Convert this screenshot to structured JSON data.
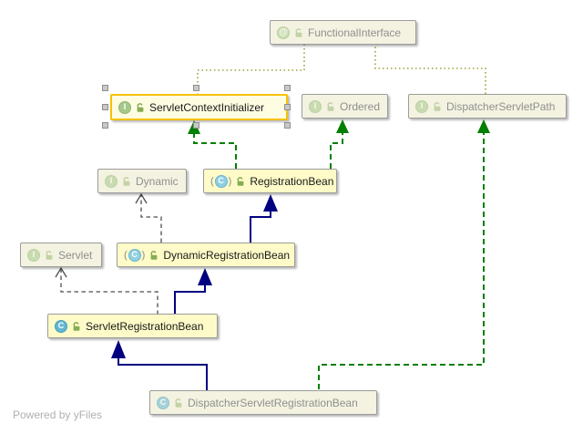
{
  "nodes": {
    "functional_interface": {
      "label": "FunctionalInterface",
      "kind": "annotation",
      "icon_letter": "@"
    },
    "servlet_context_initializer": {
      "label": "ServletContextInitializer",
      "kind": "interface",
      "icon_letter": "I"
    },
    "ordered": {
      "label": "Ordered",
      "kind": "interface",
      "icon_letter": "I"
    },
    "dispatcher_servlet_path": {
      "label": "DispatcherServletPath",
      "kind": "interface",
      "icon_letter": "I"
    },
    "dynamic": {
      "label": "Dynamic",
      "kind": "interface",
      "icon_letter": "I"
    },
    "registration_bean": {
      "label": "RegistrationBean",
      "kind": "abstract-class",
      "icon_letter": "C"
    },
    "servlet": {
      "label": "Servlet",
      "kind": "interface",
      "icon_letter": "I"
    },
    "dynamic_registration_bean": {
      "label": "DynamicRegistrationBean",
      "kind": "abstract-class",
      "icon_letter": "C"
    },
    "servlet_registration_bean": {
      "label": "ServletRegistrationBean",
      "kind": "class",
      "icon_letter": "C"
    },
    "dispatcher_servlet_registration_bean": {
      "label": "DispatcherServletRegistrationBean",
      "kind": "class",
      "icon_letter": "C"
    }
  },
  "edges": [
    {
      "from": "ServletContextInitializer",
      "to": "FunctionalInterface",
      "relation": "annotation"
    },
    {
      "from": "DispatcherServletPath",
      "to": "FunctionalInterface",
      "relation": "annotation"
    },
    {
      "from": "RegistrationBean",
      "to": "ServletContextInitializer",
      "relation": "implements"
    },
    {
      "from": "RegistrationBean",
      "to": "Ordered",
      "relation": "implements"
    },
    {
      "from": "DynamicRegistrationBean",
      "to": "Dynamic",
      "relation": "implements"
    },
    {
      "from": "DynamicRegistrationBean",
      "to": "RegistrationBean",
      "relation": "extends"
    },
    {
      "from": "ServletRegistrationBean",
      "to": "Servlet",
      "relation": "implements"
    },
    {
      "from": "ServletRegistrationBean",
      "to": "DynamicRegistrationBean",
      "relation": "extends"
    },
    {
      "from": "DispatcherServletRegistrationBean",
      "to": "ServletRegistrationBean",
      "relation": "extends"
    },
    {
      "from": "DispatcherServletRegistrationBean",
      "to": "DispatcherServletPath",
      "relation": "implements"
    }
  ],
  "selection": {
    "node": "ServletContextInitializer"
  },
  "colors": {
    "extends_edge": "#000080",
    "implements_edge": "#007f00",
    "annotation_edge": "#9fa038",
    "external_implements_edge": "#4d4d4d",
    "selection_border": "#f6c100",
    "project_node_bg": "#fefbc8",
    "external_node_bg": "#f4f3e1",
    "selected_node_bg": "#fffde1"
  },
  "footer": {
    "powered_by": "Powered by yFiles"
  }
}
